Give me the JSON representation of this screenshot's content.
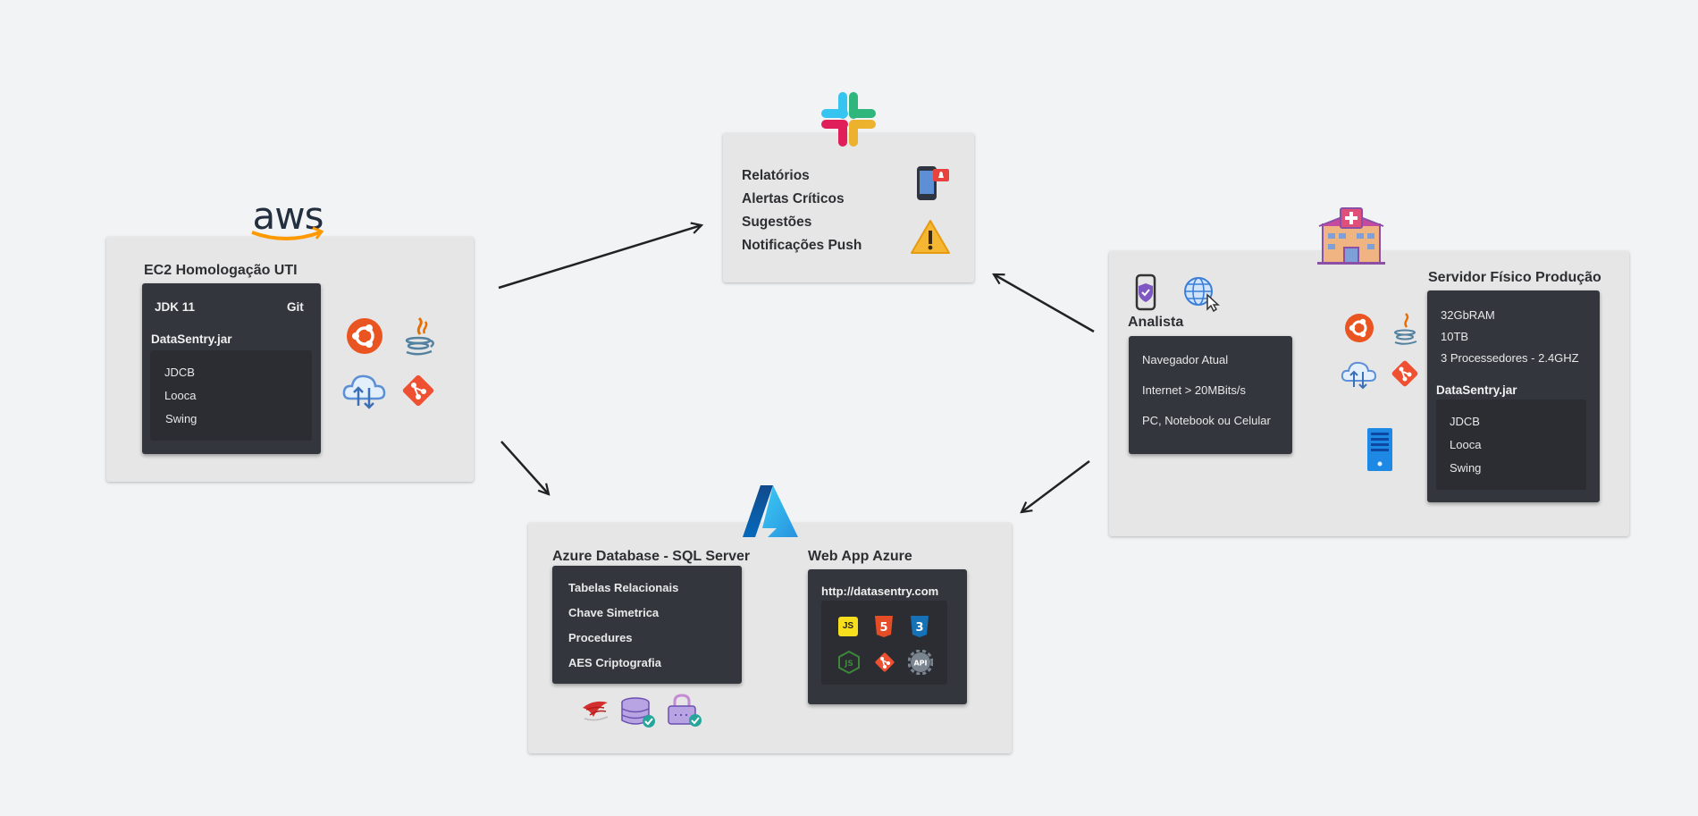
{
  "ec2": {
    "title": "EC2 Homologação UTI",
    "jdk": "JDK 11",
    "git": "Git",
    "jar": "DataSentry.jar",
    "libs": [
      "JDCB",
      "Looca",
      "Swing"
    ]
  },
  "slack": {
    "items": [
      "Relatórios",
      "Alertas Críticos",
      "Sugestões",
      "Notificações Push"
    ]
  },
  "server": {
    "title": "Servidor Físico Produção",
    "specs": [
      "32GbRAM",
      "10TB",
      "3 Processedores - 2.4GHZ"
    ],
    "jar": "DataSentry.jar",
    "libs": [
      "JDCB",
      "Looca",
      "Swing"
    ]
  },
  "analyst": {
    "title": "Analista",
    "items": [
      "Navegador Atual",
      "Internet  > 20MBits/s",
      "PC, Notebook ou Celular"
    ]
  },
  "azure_db": {
    "title": "Azure Database - SQL Server",
    "items": [
      "Tabelas Relacionais",
      "Chave Simetrica",
      "Procedures",
      "AES Criptografia"
    ]
  },
  "webapp": {
    "title": "Web App Azure",
    "url": "http://datasentry.com",
    "tech": [
      "JS",
      "5",
      "3",
      "JS",
      "git",
      "API"
    ]
  },
  "logos": {
    "aws": "aws",
    "icons": [
      "aws-logo",
      "slack-logo",
      "hospital-icon",
      "azure-logo",
      "ubuntu-icon",
      "java-icon",
      "cloud-transfer-icon",
      "git-icon",
      "phone-alert-icon",
      "warning-icon",
      "mobile-security-icon",
      "globe-cursor-icon",
      "server-icon",
      "sql-server-icon",
      "database-check-icon",
      "lock-check-icon"
    ]
  },
  "colors": {
    "panel": "#e6e6e6",
    "dark_box": "#33363d",
    "background": "#f2f3f5",
    "aws_orange": "#ff9900",
    "ubuntu": "#e95420",
    "git": "#f05032",
    "azure": "#0078d4"
  }
}
